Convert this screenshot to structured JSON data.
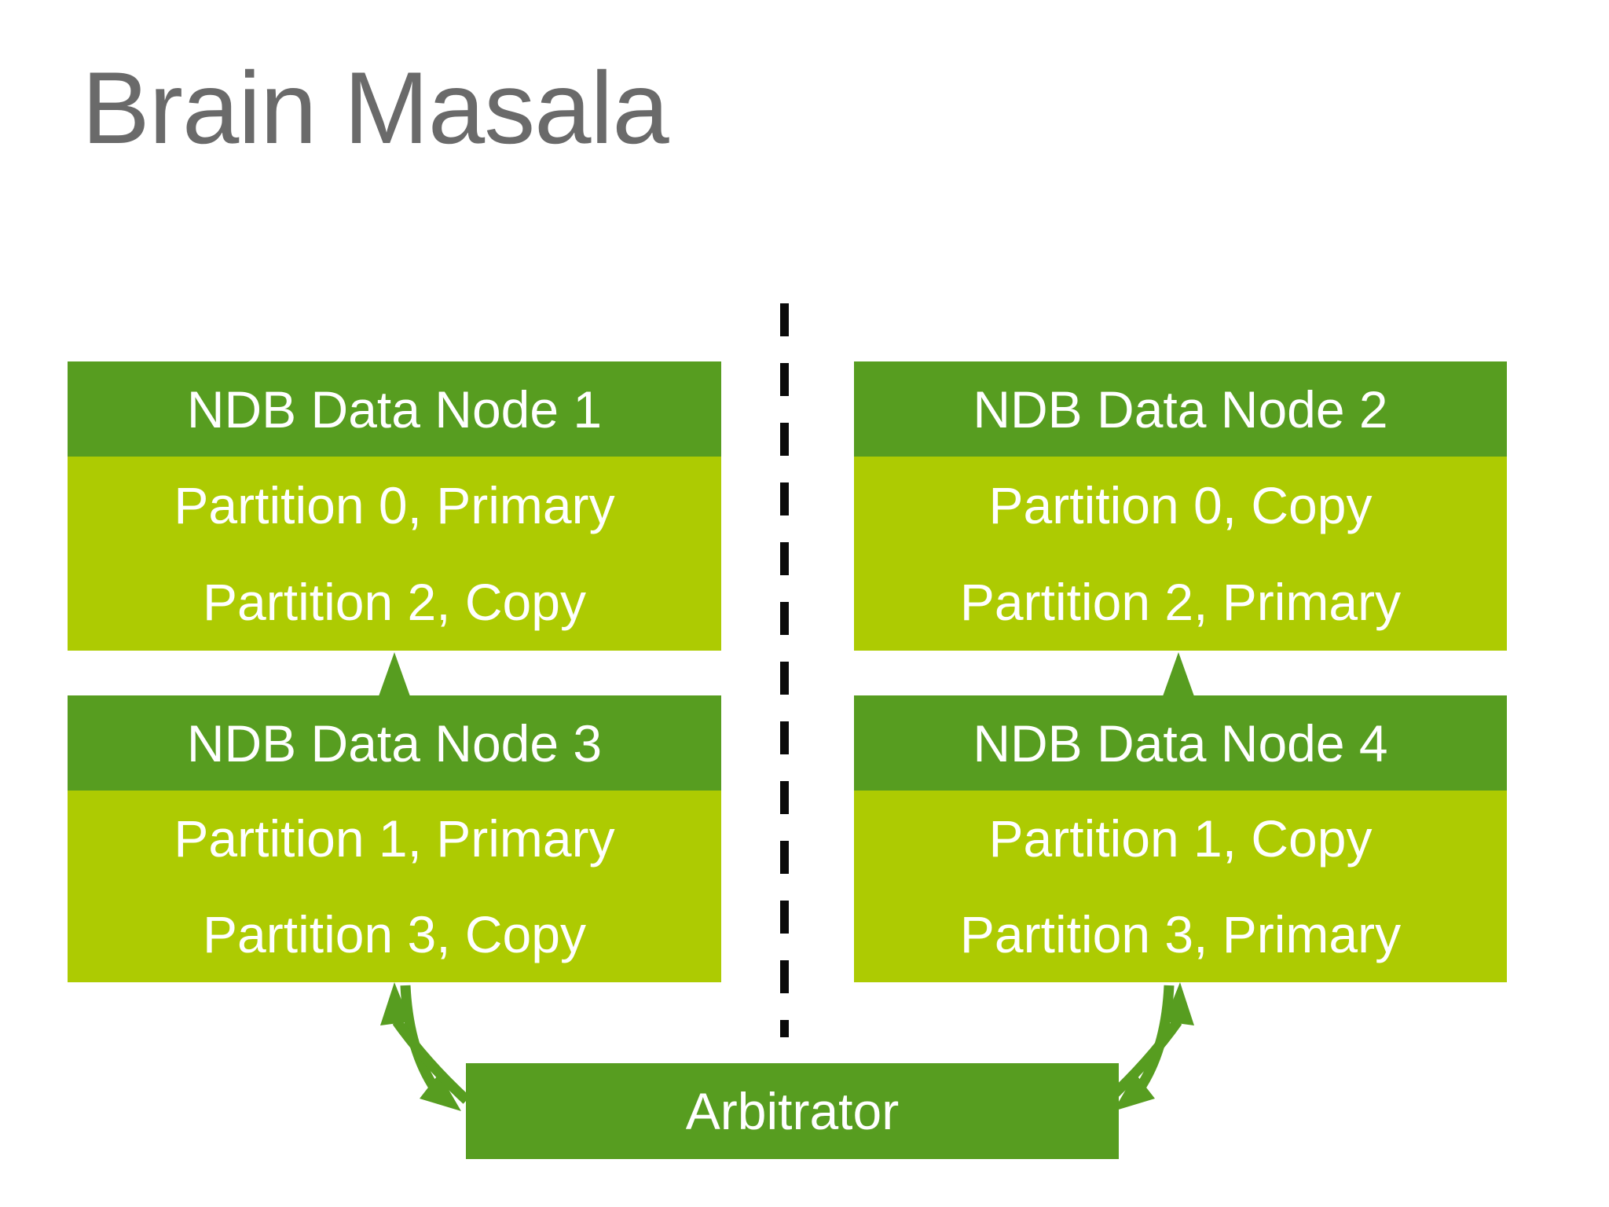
{
  "title": "Brain Masala",
  "colors": {
    "header_green": "#579D20",
    "body_green": "#ADCB02",
    "arrow_green": "#579D20",
    "title_gray": "#6A6A6A",
    "divider_black": "#0A0A0A",
    "box_text_white": "#FFFFFF"
  },
  "nodes": [
    {
      "title": "NDB Data Node 1",
      "rows": [
        "Partition 0, Primary",
        "Partition 2, Copy"
      ]
    },
    {
      "title": "NDB Data Node 2",
      "rows": [
        "Partition 0, Copy",
        "Partition 2, Primary"
      ]
    },
    {
      "title": "NDB Data Node 3",
      "rows": [
        "Partition 1, Primary",
        "Partition 3, Copy"
      ]
    },
    {
      "title": "NDB Data Node 4",
      "rows": [
        "Partition 1, Copy",
        "Partition 3, Primary"
      ]
    }
  ],
  "arbitrator": {
    "label": "Arbitrator"
  }
}
